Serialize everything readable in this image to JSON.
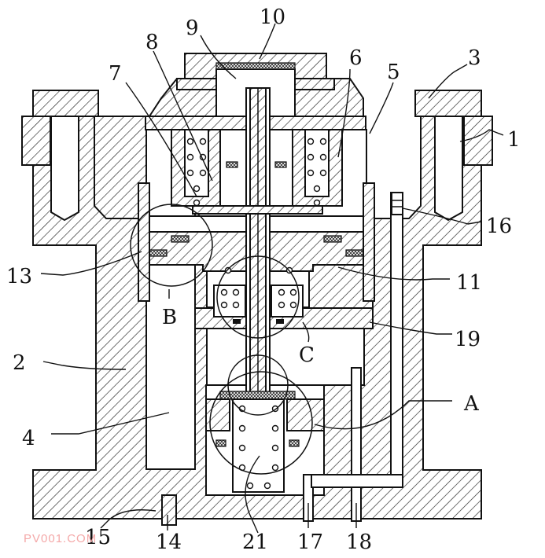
{
  "labels": {
    "n1": "1",
    "n2": "2",
    "n3": "3",
    "n4": "4",
    "n5": "5",
    "n6": "6",
    "n7": "7",
    "n8": "8",
    "n9": "9",
    "n10": "10",
    "n11": "11",
    "n13": "13",
    "n14": "14",
    "n15": "15",
    "n16": "16",
    "n17": "17",
    "n18": "18",
    "n19": "19",
    "n21": "21",
    "A": "A",
    "B": "B",
    "C": "C"
  },
  "watermark": "PV001.COM"
}
